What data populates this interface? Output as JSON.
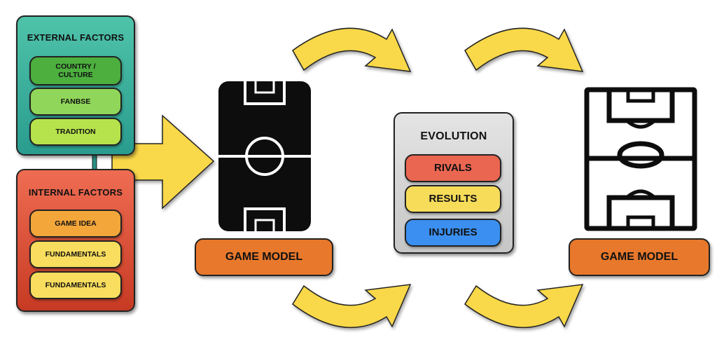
{
  "external": {
    "title": "EXTERNAL FACTORS",
    "items": [
      "COUNTRY / CULTURE",
      "FANBSE",
      "TRADITION"
    ]
  },
  "internal": {
    "title": "INTERNAL FACTORS",
    "items": [
      "GAME IDEA",
      "FUNDAMENTALS",
      "FUNDAMENTALS"
    ]
  },
  "evolution": {
    "title": "EVOLUTION",
    "items": [
      "RIVALS",
      "RESULTS",
      "INJURIES"
    ]
  },
  "game_model_left": {
    "label": "GAME MODEL"
  },
  "game_model_right": {
    "label": "GAME MODEL"
  },
  "colors": {
    "arrow": "#f9d84a",
    "external_bg": "#2a9c8f",
    "internal_bg": "#c73a23",
    "evolution_bg": "#cfcfcf",
    "green_dark": "#4caf3e",
    "green_light": "#8fd65a",
    "green_lime": "#b6e34c",
    "orange_pill": "#f3a63a",
    "yellow_pill": "#f8dd5e",
    "rival_red": "#ea6651",
    "result_yellow": "#f7dc5a",
    "injury_blue": "#3b8ff0",
    "label_orange": "#e8782b"
  }
}
